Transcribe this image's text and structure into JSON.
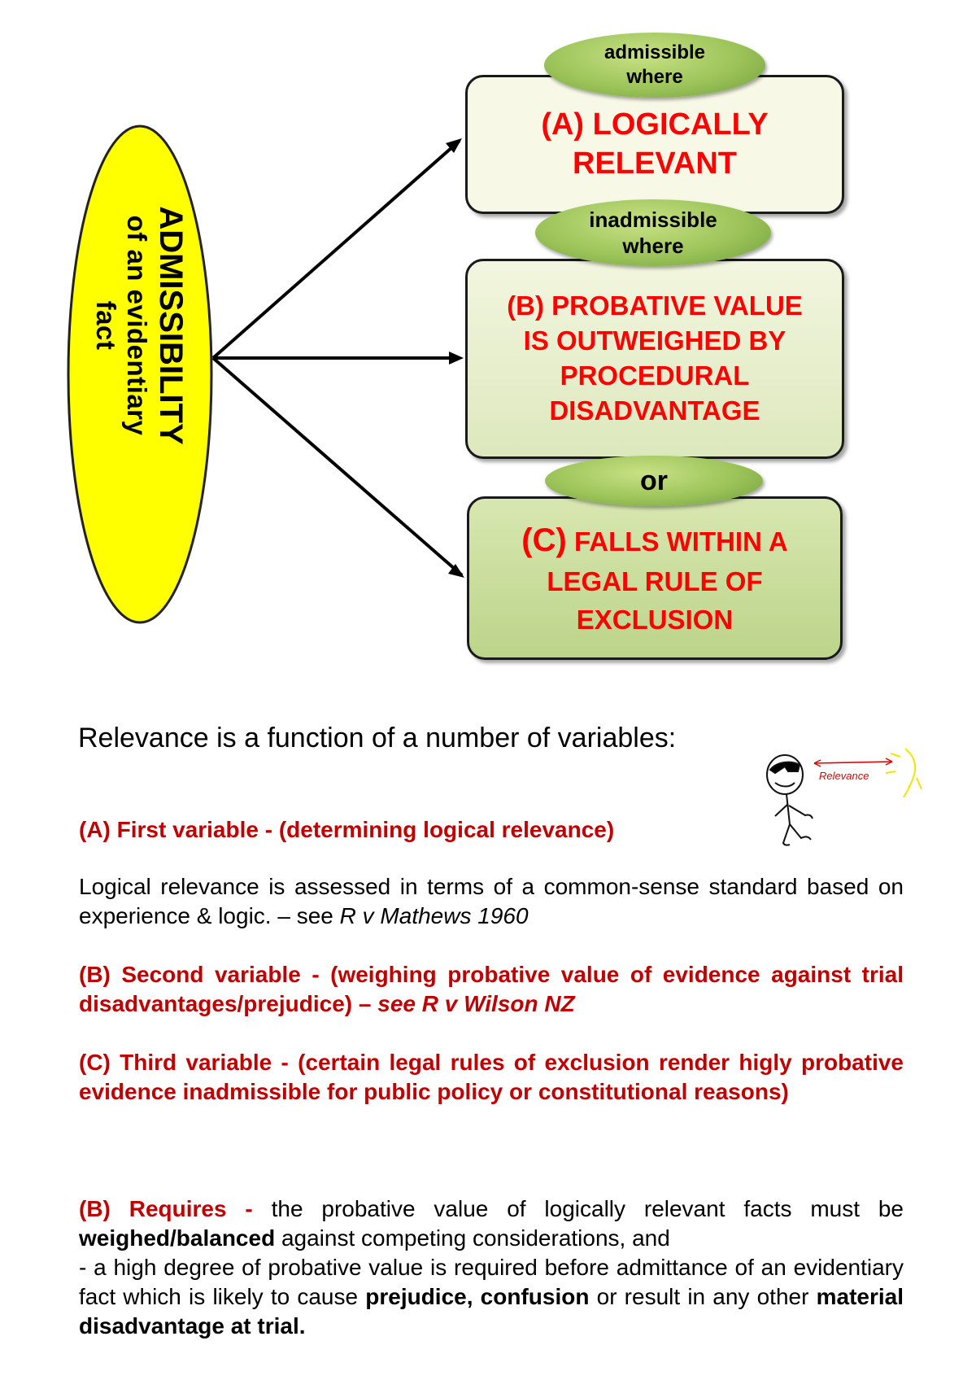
{
  "diagram": {
    "main_label_line1": "ADMISSIBILITY",
    "main_label_line2": "of an evidentiary fact",
    "connector_top": "admissible where",
    "connector_top_l1": "admissible",
    "connector_top_l2": "where",
    "box_a_l1": "(A) LOGICALLY",
    "box_a_l2": "RELEVANT",
    "connector_mid_l1": "inadmissible",
    "connector_mid_l2": "where",
    "box_b_l1": "(B) PROBATIVE VALUE",
    "box_b_l2": "IS OUTWEIGHED BY",
    "box_b_l3": "PROCEDURAL",
    "box_b_l4": "DISADVANTAGE",
    "connector_bottom": "or",
    "box_c_prefix": "(C)",
    "box_c_l1_rest": " FALLS WITHIN A",
    "box_c_l2": "LEGAL RULE OF",
    "box_c_l3": "EXCLUSION",
    "colors": {
      "ellipse_fill": "#ffff00",
      "box_text": "#ff0000",
      "pill_green": "#9cc45a"
    }
  },
  "doodle": {
    "label": "Relevance"
  },
  "text": {
    "heading": "Relevance is a function of a number of variables:",
    "a_title": "(A) First variable - (determining logical relevance)",
    "a_body": "Logical relevance is assessed in terms of a common-sense standard based on experience & logic. – see ",
    "a_case": "R v Mathews 1960",
    "b_title": "(B) Second variable - (weighing probative value of evidence against trial disadvantages/prejudice) – ",
    "b_case": "see R v Wilson NZ",
    "c_title": "(C) Third variable - (certain legal rules of exclusion render higly probative evidence inadmissible for public policy or constitutional reasons)",
    "req_label": "(B) Requires - ",
    "req_t1": "the probative value of logically relevant facts must be ",
    "req_b1": "weighed/balanced",
    "req_t2": " against competing considerations, and",
    "req_t3": " - a high degree of probative value is required before admittance of an evidentiary fact which is likely to cause ",
    "req_b2": "prejudice, confusion",
    "req_t4": " or result in any other ",
    "req_b3": "material disadvantage at trial."
  }
}
